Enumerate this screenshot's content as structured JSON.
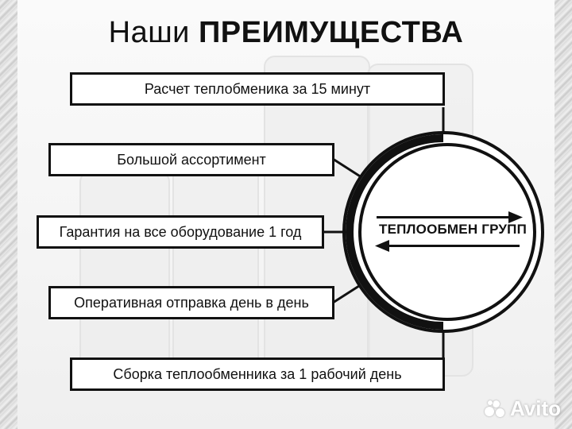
{
  "title": {
    "prefix": "Наши",
    "bold": "ПРЕИМУЩЕСТВА"
  },
  "advantages": [
    "Расчет теплобменика за 15 минут",
    "Большой ассортимент",
    "Гарантия на все оборудование 1 год",
    "Оперативная отправка день в день",
    "Сборка теплообменника за 1 рабочий день"
  ],
  "logo": {
    "text": "ТЕПЛООБМЕН ГРУПП"
  },
  "watermark": {
    "text": "Avito"
  },
  "colors": {
    "ink": "#111111",
    "background": "#f4f4f4"
  }
}
